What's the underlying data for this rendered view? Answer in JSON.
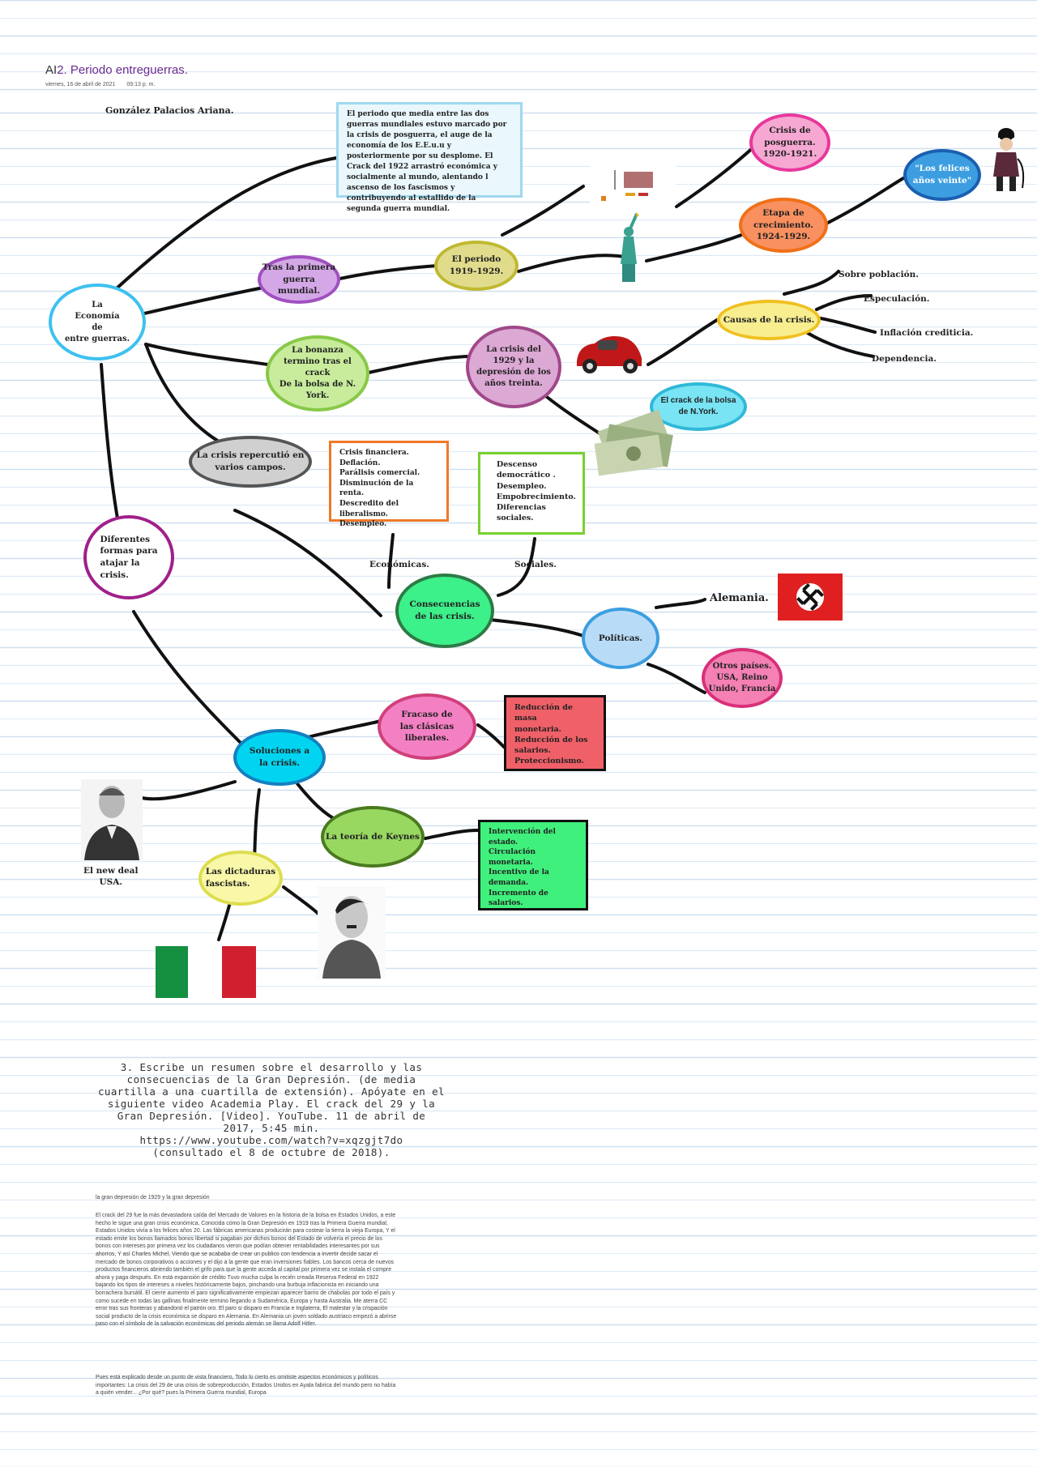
{
  "header": {
    "title_prefix": "AI",
    "title_main": "2. Periodo entreguerras.",
    "date": "viernes, 16 de abril de 2021",
    "time": "09:13 p. m."
  },
  "author": "González Palacios Ariana.",
  "intro_box": "El periodo que media entre las dos guerras mundiales estuvo marcado por la crisis de posguerra, el auge de la economía de los E.E.u.u y posteriormente por su desplome. El Crack del 1922 arrastró económica y socialmente al mundo, alentando l ascenso de los fascismos y contribuyendo al estallido de la segunda guerra mundial.",
  "nodes": {
    "economia": "La\nEconomía\nde\nentre guerras.",
    "tras_guerra": "Tras la primera\nguerra mundial.",
    "periodo": "El periodo\n1919-1929.",
    "posguerra": "Crisis de\nposguerra.\n1920-1921.",
    "crecimiento": "Etapa de\ncrecimiento.\n1924-1929.",
    "felices": "\"Los felices\naños veinte\"",
    "bonanza": "La bonanza\ntermino tras el\ncrack\nDe la bolsa de N.\nYork.",
    "crisis1929": "La crisis del\n1929 y la\ndepresión de los\naños treinta.",
    "causas": "Causas de la crisis.",
    "crack": "El crack de la bolsa\nde N.York.",
    "repercutio": "La crisis repercutió en\nvarios campos.",
    "economicas_box": "Crisis financiera.\nDeflación.\nParálisis comercial.\nDisminución de la renta.\nDescredito del liberalismo.\nDesempleo.",
    "sociales_box": "Descenso\ndemocrático .\nDesempleo.\nEmpobrecimiento.\nDiferencias\nsociales.",
    "consecuencias": "Consecuencias\nde las crisis.",
    "politicas": "Políticas.",
    "otros": "Otros países.\nUSA, Reino\nUnido, Francia",
    "diferentes": "Diferentes\nformas para\natajar la\ncrisis.",
    "fracaso": "Fracaso de\nlas clásicas\nliberales.",
    "fracaso_box": "Reducción de masa\nmonetaria.\nReducción de los\nsalarios.\nProteccionismo.",
    "soluciones": "Soluciones a\nla crisis.",
    "keynes": "La teoría de Keynes",
    "keynes_box": "Intervención del estado.\nCirculación monetaria.\nIncentivo de la\ndemanda.\nIncremento de salarios.",
    "dictaduras": "Las dictaduras\nfascistas."
  },
  "labels": {
    "sobre": "Sobre población.",
    "especulacion": "Especulación.",
    "inflacion": "Inflación crediticia.",
    "dependencia": "Dependencia.",
    "economicas": "Económicas.",
    "sociales": "Sociales.",
    "alemania": "Alemania.",
    "new_deal": "El new deal\nUSA."
  },
  "question": "3. Escribe un resumen sobre el desarrollo y las\nconsecuencias de la Gran Depresión. (de media\ncuartilla a una cuartilla de extensión). Apóyate en el\nsiguiente video Academia Play. El crack del 29 y la\nGran Depresión. [Video]. YouTube. 11 de abril de\n2017, 5:45 min.\nhttps://www.youtube.com/watch?v=xqzgjt7do\n(consultado el 8 de octubre de 2018).",
  "summary": {
    "title": "la gran depresión de 1929 y la gran depresión",
    "p1": "El crack del 29 fue la más devastadora caída del Mercado de Valores en la historia de la bolsa en Estados Unidos, a este hecho le sigue una gran crisis económica, Conocida cómo la Gran Depresión en 1919 tras la Primera Guerra mundial, Estados Unidos vivía a los felices años 20. Las fábricas americanas producirán para costear la tierra la vieja Europa, Y el estado emite los bonos llamados bonos libertad si pagaban por dichos bonos del Estado de volvería el precio de los bonos con intereses por primera vez los ciudadanos vieron que podían obtener rentabilidades interesantes por sus ahorros, Y así Charles Michel, Viendo que se acababa de crear un publico con tendencia a invertir decide sacar el mercado de bonos corporativos o acciones y el dijo a la gente que eran inversiones fiables. Los bancos cerca de nuevos productos financieros abriendo también el grifo para que la gente acceda al capital por primera vez se instala el compre ahora y paga después. En está expansión de crédito Tuvo mucha culpa la recién creada Reserva Federal en 1922 bajando los tipos de intereses a niveles históricamente bajos, pinchando una burbuja inflacionista en iniciando una borrachera bursátil. El cierre aumento el paro significativamente empiezan aparecer barrio de chabolas por todo el país y como sucede en todas las gallinas finalmente termino llegando a Sudamérica, Europa y hasta Australia. Me aterra CC error tras sus fronteras y abandonó el patrón oro. El paro si disparo en Francia e Inglaterra, El malestar y la crispación social producto de la crisis económica se disparo en Alemania. En Alemania un joven soldado austriaco empezó a abrirse paso con el símbolo de la salvación económicas del periodo alemán se llama Adolf Hitler.",
    "p2": "Pues está explicado desde un punto de vista financiero, Todo lo cierto es omitiste aspectos económicos y políticos importantes: La crisis del 29 de una crisis de sobreproducción, Estados Unidos en Ayala fabrica del mundo pero no había a quién vender... ¿Por qué? pues la Primera Guerra mundial, Europa"
  },
  "colors": {
    "title_purple": "#6b2c91",
    "economia": "#3ec1ef",
    "tras_guerra": "#a050c0",
    "periodo": "#c0b830",
    "posguerra": "#e8389c",
    "crecimiento": "#f07018",
    "felices": "#1a5fb0",
    "bonanza": "#88c848",
    "crisis1929": "#a0488a",
    "causas": "#f0c020",
    "crack": "#30b8d8",
    "repercutio": "#555555",
    "economicas_box": "#f07828",
    "sociales_box": "#78d030",
    "consecuencias": "#2d7a45",
    "politicas": "#3c9ee0",
    "otros": "#d83078",
    "diferentes": "#a0208a",
    "fracaso": "#d0407a",
    "fracaso_box": "#111111",
    "soluciones": "#1480c0",
    "keynes": "#4a7a20",
    "keynes_box": "#111111",
    "dictaduras": "#dddd50"
  }
}
